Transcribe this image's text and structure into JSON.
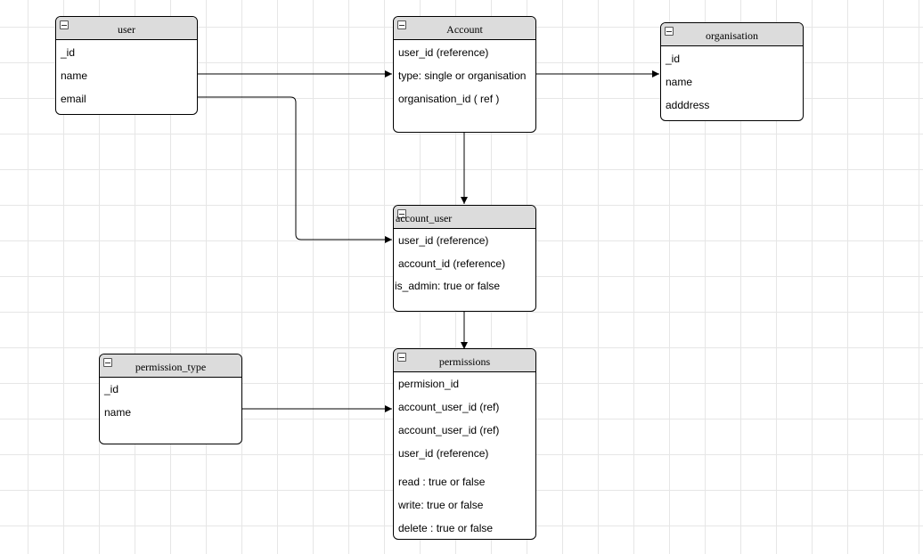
{
  "entities": {
    "user": {
      "title": "user",
      "fields": [
        "_id",
        "name",
        "email"
      ]
    },
    "account": {
      "title": "Account",
      "fields": [
        "user_id (reference)",
        "type:  single or organisation",
        "organisation_id ( ref )"
      ]
    },
    "organisation": {
      "title": "organisation",
      "fields": [
        "_id",
        "name",
        "adddress"
      ]
    },
    "account_user": {
      "title": "account_user",
      "fields": [
        "user_id (reference)",
        "account_id (reference)",
        "is_admin: true or false"
      ]
    },
    "permission_type": {
      "title": "permission_type",
      "fields": [
        "_id",
        "name"
      ]
    },
    "permissions": {
      "title": "permissions",
      "fields": [
        "permision_id",
        "account_user_id (ref)",
        "account_user_id (ref)",
        "user_id (reference)",
        "read : true or false",
        "write: true or false",
        "delete : true or false"
      ]
    }
  },
  "relations": [
    {
      "from": "user.name",
      "to": "account.type"
    },
    {
      "from": "user.email",
      "to": "account_user.user_id"
    },
    {
      "from": "account.type",
      "to": "organisation.name"
    },
    {
      "from": "account",
      "to": "account_user"
    },
    {
      "from": "account_user",
      "to": "permissions"
    },
    {
      "from": "permission_type.name",
      "to": "permissions.account_user_id"
    }
  ],
  "colors": {
    "header": "#dcdcdc",
    "border": "#000000",
    "grid": "#e6e6e6",
    "background": "#ffffff"
  }
}
